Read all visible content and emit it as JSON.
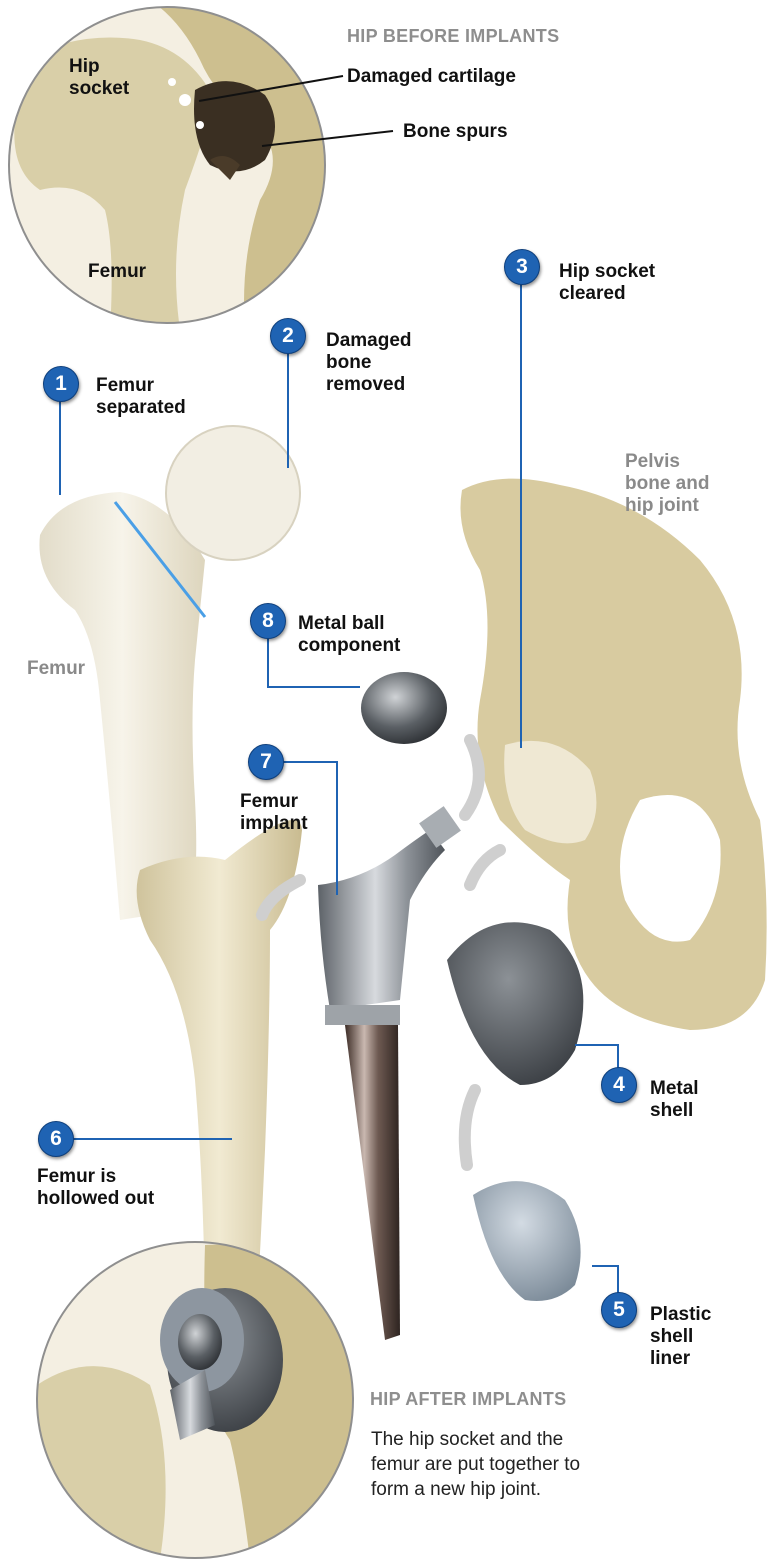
{
  "before": {
    "title": "HIP BEFORE IMPLANTS",
    "hip_socket": "Hip\nsocket",
    "damaged_cartilage": "Damaged cartilage",
    "bone_spurs": "Bone spurs",
    "femur": "Femur"
  },
  "steps": [
    {
      "num": "1",
      "label": "Femur\nseparated"
    },
    {
      "num": "2",
      "label": "Damaged\nbone\nremoved"
    },
    {
      "num": "3",
      "label": "Hip socket\ncleared"
    },
    {
      "num": "4",
      "label": "Metal\nshell"
    },
    {
      "num": "5",
      "label": "Plastic\nshell\nliner"
    },
    {
      "num": "6",
      "label": "Femur is\nhollowed out"
    },
    {
      "num": "7",
      "label": "Femur\nimplant"
    },
    {
      "num": "8",
      "label": "Metal ball\ncomponent"
    }
  ],
  "parts": {
    "pelvis": "Pelvis\nbone and\nhip joint",
    "femur": "Femur"
  },
  "after": {
    "title": "HIP AFTER IMPLANTS",
    "description": "The hip socket and the\nfemur are put together to\nform a new hip joint."
  },
  "colors": {
    "badge": "#1f63b3",
    "leader_line": "#1f63b3",
    "bone": "#e6dcbc",
    "metal": "#8f959b"
  }
}
